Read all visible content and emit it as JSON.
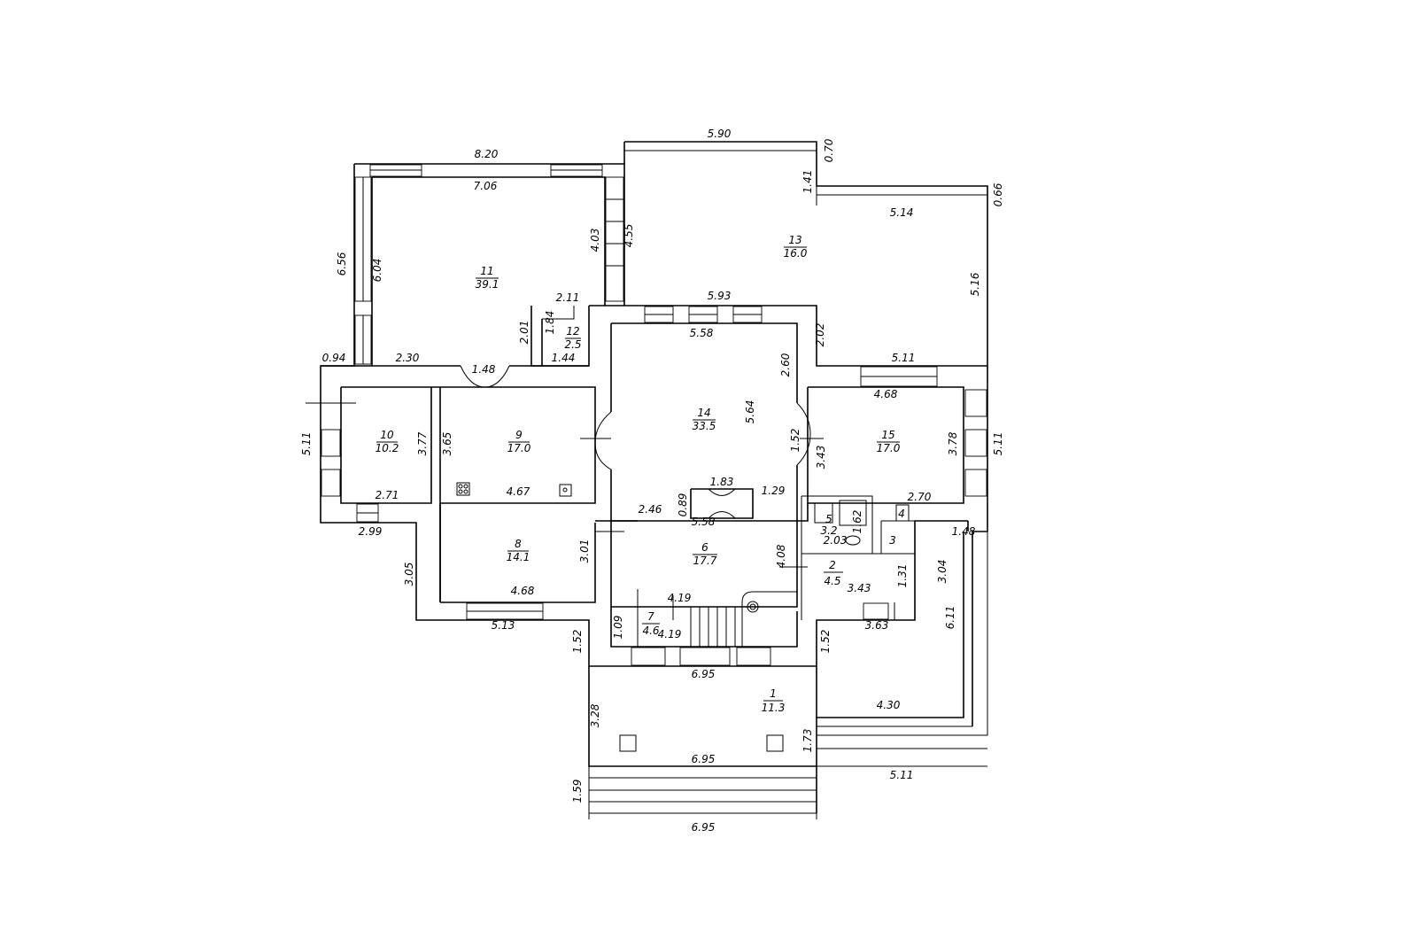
{
  "rooms": [
    {
      "num": "1",
      "area": "11.3"
    },
    {
      "num": "2",
      "area": "4.5"
    },
    {
      "num": "3",
      "area": ""
    },
    {
      "num": "4",
      "area": ""
    },
    {
      "num": "5",
      "area": "3.2"
    },
    {
      "num": "6",
      "area": "17.7"
    },
    {
      "num": "7",
      "area": "4.6"
    },
    {
      "num": "8",
      "area": "14.1"
    },
    {
      "num": "9",
      "area": "17.0"
    },
    {
      "num": "10",
      "area": "10.2"
    },
    {
      "num": "11",
      "area": "39.1"
    },
    {
      "num": "12",
      "area": "2.5"
    },
    {
      "num": "13",
      "area": "16.0"
    },
    {
      "num": "14",
      "area": "33.5"
    },
    {
      "num": "15",
      "area": "17.0"
    }
  ],
  "dimensions": [
    "5.90",
    "0.70",
    "8.20",
    "7.06",
    "1.41",
    "0.66",
    "5.14",
    "6.56",
    "6.04",
    "4.03",
    "4.55",
    "5.16",
    "2.11",
    "5.93",
    "1.84",
    "2.01",
    "1.44",
    "5.58",
    "2.02",
    "0.94",
    "2.30",
    "1.48",
    "2.60",
    "5.11",
    "4.68",
    "5.64",
    "3.77",
    "3.65",
    "1.52",
    "3.43",
    "3.78",
    "5.11",
    "5.11",
    "4.67",
    "2.71",
    "1.83",
    "0.89",
    "1.29",
    "2.46",
    "2.70",
    "2.99",
    "1.62",
    "1.48",
    "3.01",
    "5.58",
    "2.03",
    "3.05",
    "4.08",
    "1.31",
    "3.04",
    "4.68",
    "3.43",
    "4.19",
    "3.63",
    "6.11",
    "1.09",
    "4.19",
    "5.13",
    "1.52",
    "1.52",
    "6.95",
    "4.30",
    "3.28",
    "1.73",
    "6.95",
    "5.11",
    "1.59",
    "6.95"
  ]
}
